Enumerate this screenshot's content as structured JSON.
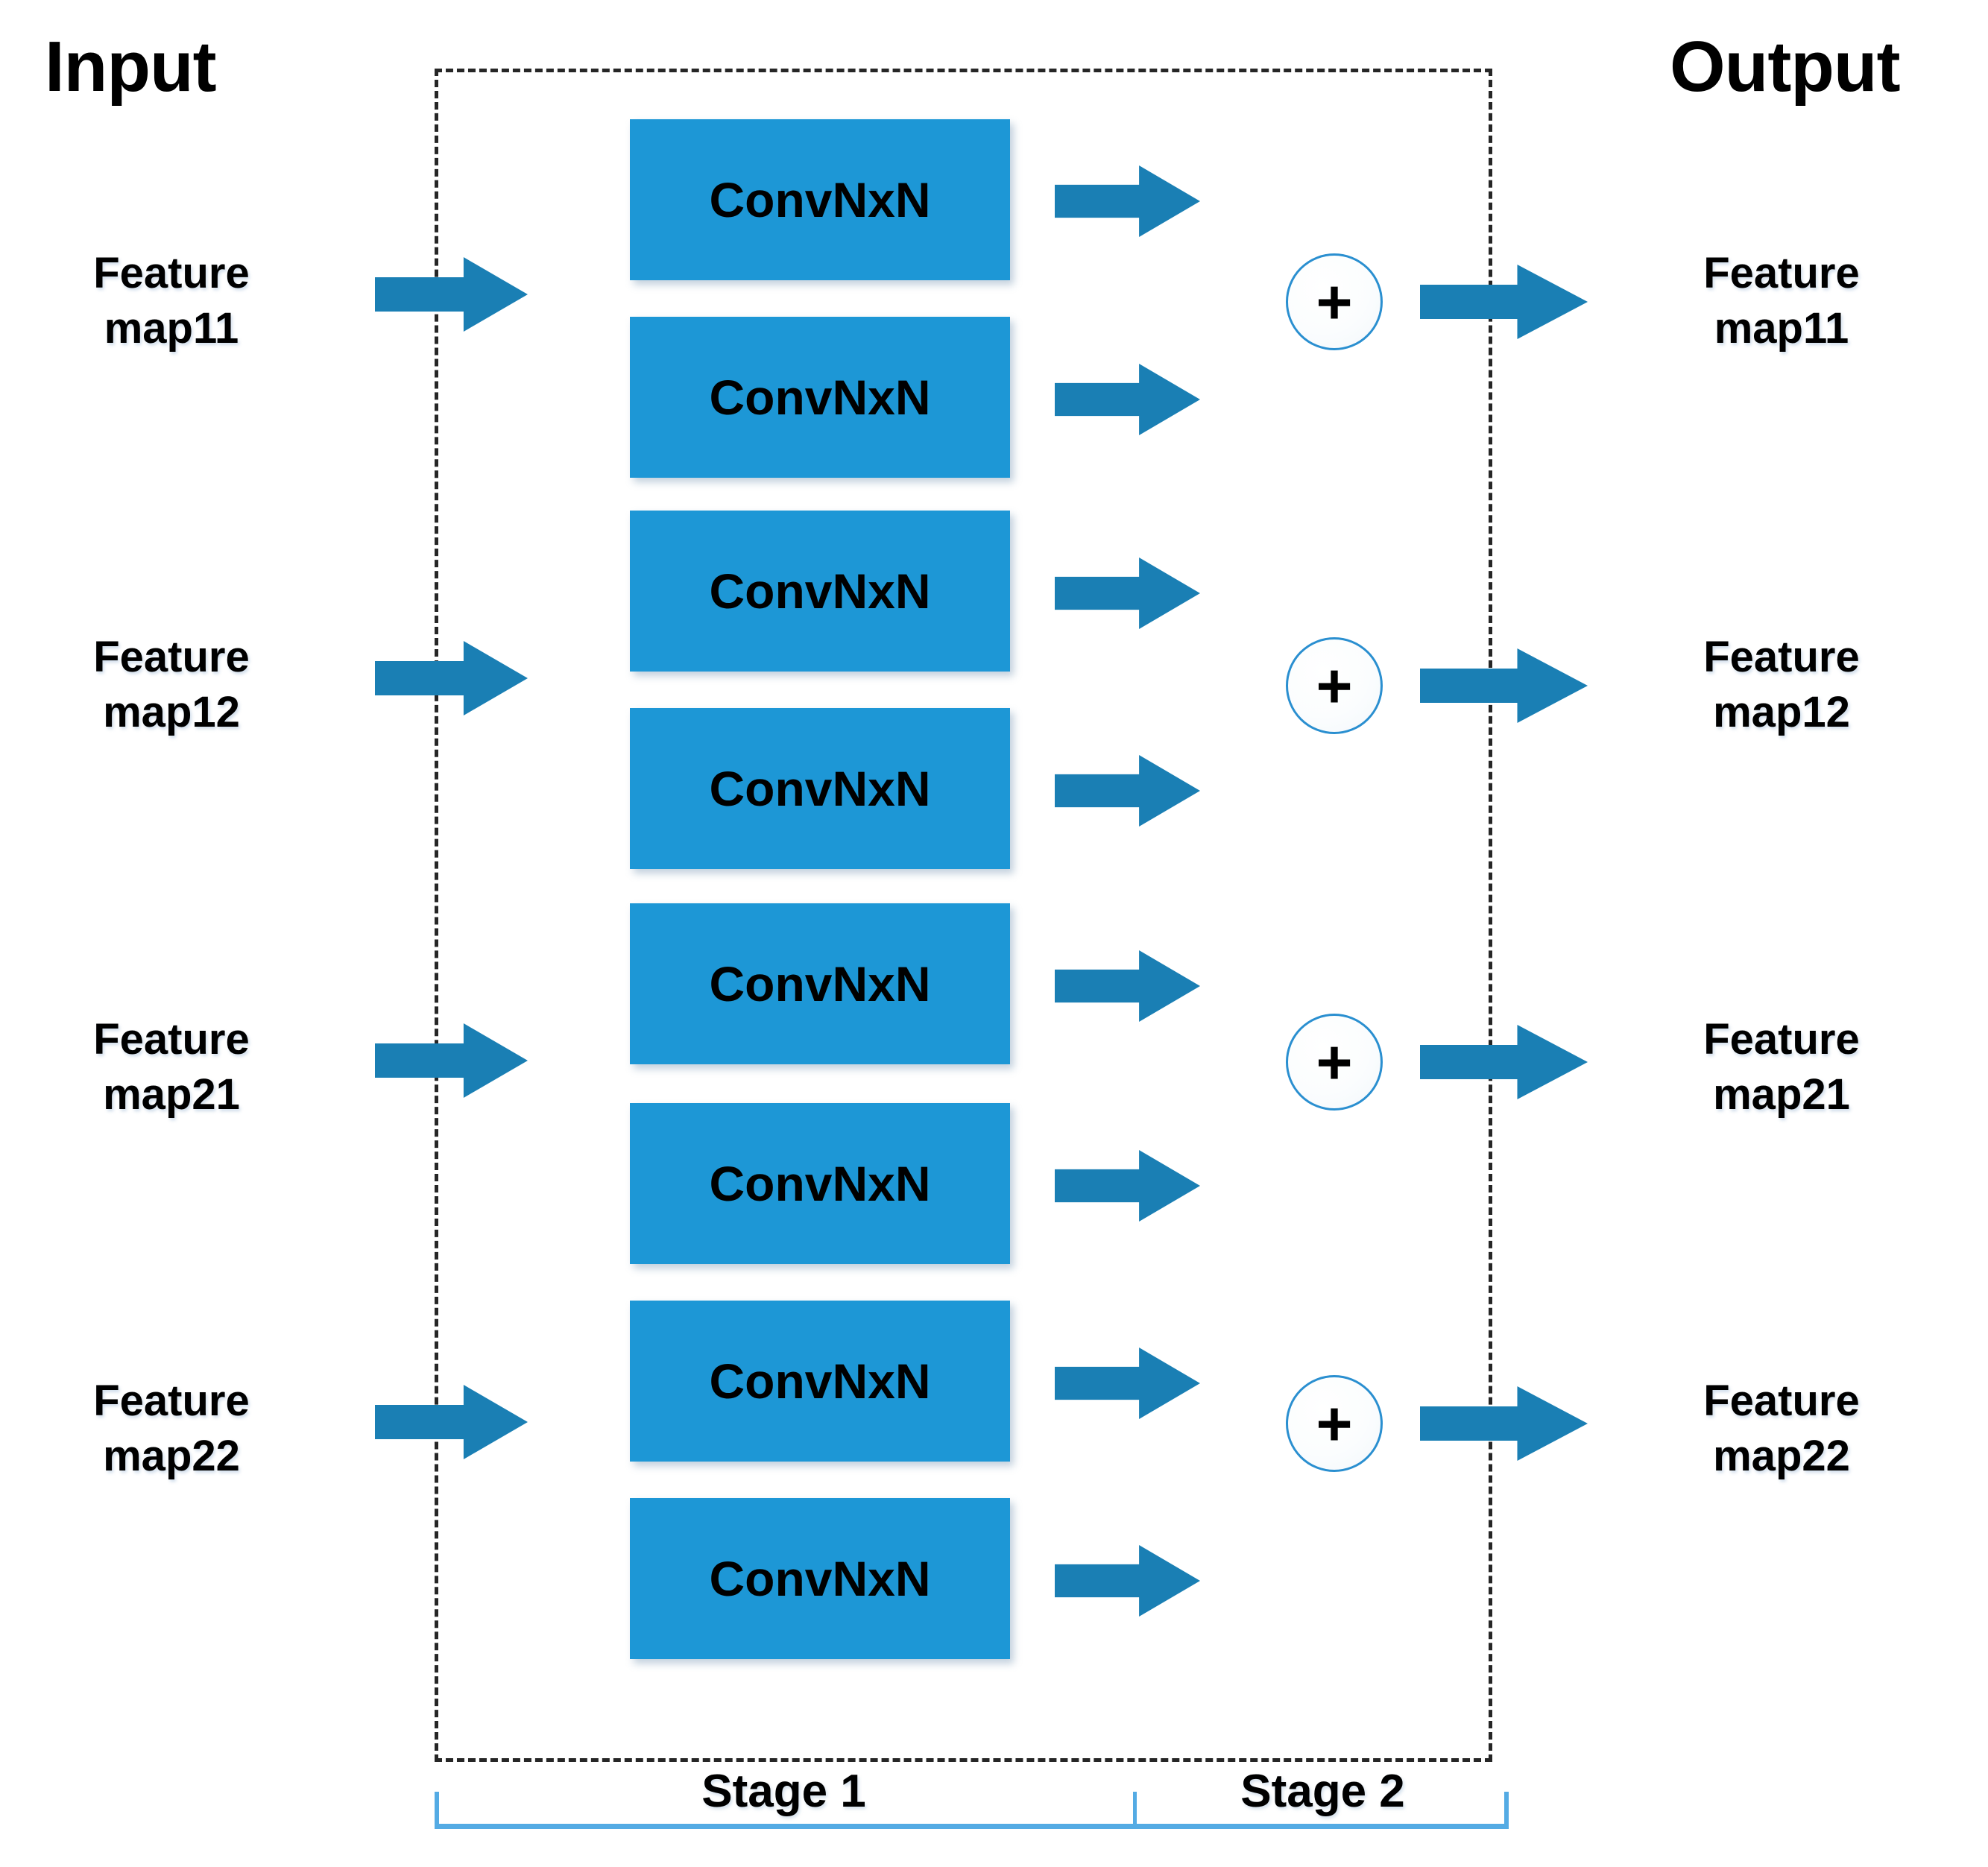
{
  "diagram": {
    "input_title": "Input",
    "output_title": "Output",
    "colors": {
      "conv_block": "#1d97d6",
      "arrow": "#1a7fb4",
      "bracket": "#54abe4",
      "circle_outline": "#2a8fd0",
      "dashed_border": "#262626",
      "background": "#ffffff"
    },
    "input_labels": [
      {
        "line1": "Feature",
        "line2": "map11"
      },
      {
        "line1": "Feature",
        "line2": "map12"
      },
      {
        "line1": "Feature",
        "line2": "map21"
      },
      {
        "line1": "Feature",
        "line2": "map22"
      }
    ],
    "output_labels": [
      {
        "line1": "Feature",
        "line2": "map11"
      },
      {
        "line1": "Feature",
        "line2": "map12"
      },
      {
        "line1": "Feature",
        "line2": "map21"
      },
      {
        "line1": "Feature",
        "line2": "map22"
      }
    ],
    "conv_blocks": [
      {
        "label": "ConvNxN"
      },
      {
        "label": "ConvNxN"
      },
      {
        "label": "ConvNxN"
      },
      {
        "label": "ConvNxN"
      },
      {
        "label": "ConvNxN"
      },
      {
        "label": "ConvNxN"
      },
      {
        "label": "ConvNxN"
      },
      {
        "label": "ConvNxN"
      }
    ],
    "adders": [
      {
        "symbol": "+"
      },
      {
        "symbol": "+"
      },
      {
        "symbol": "+"
      },
      {
        "symbol": "+"
      }
    ],
    "stages": [
      {
        "label": "Stage 1"
      },
      {
        "label": "Stage 2"
      }
    ]
  }
}
